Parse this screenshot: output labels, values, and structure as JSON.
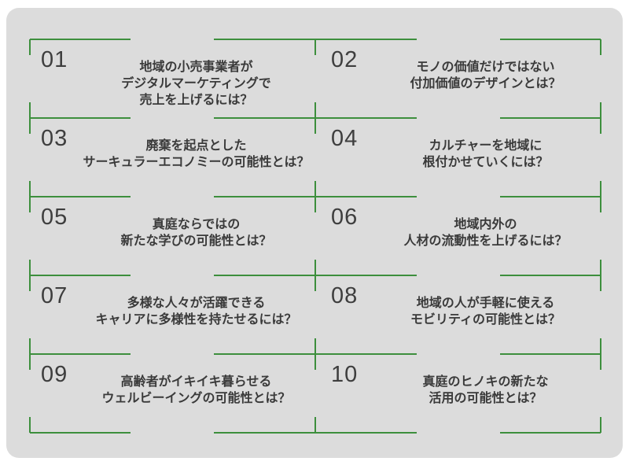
{
  "topics": [
    {
      "number": "01",
      "lines": [
        "地域の小売事業者が",
        "デジタルマーケティングで",
        "売上を上げるには？"
      ]
    },
    {
      "number": "02",
      "lines": [
        "モノの価値だけではない",
        "付加価値のデザインとは？"
      ]
    },
    {
      "number": "03",
      "lines": [
        "廃棄を起点とした",
        "サーキュラーエコノミーの可能性とは？"
      ]
    },
    {
      "number": "04",
      "lines": [
        "カルチャーを地域に",
        "根付かせていくには？"
      ]
    },
    {
      "number": "05",
      "lines": [
        "真庭ならではの",
        "新たな学びの可能性とは？"
      ]
    },
    {
      "number": "06",
      "lines": [
        "地域内外の",
        "人材の流動性を上げるには？"
      ]
    },
    {
      "number": "07",
      "lines": [
        "多様な人々が活躍できる",
        "キャリアに多様性を持たせるには？"
      ]
    },
    {
      "number": "08",
      "lines": [
        "地域の人が手軽に使える",
        "モビリティの可能性とは？"
      ]
    },
    {
      "number": "09",
      "lines": [
        "高齢者がイキイキ暮らせる",
        "ウェルビーイングの可能性とは？"
      ]
    },
    {
      "number": "10",
      "lines": [
        "真庭のヒノキの新たな",
        "活用の可能性とは？"
      ]
    }
  ],
  "colors": {
    "accent_line": "#3d8f3d",
    "panel": "#dcdcdc",
    "text": "#3a3a3a"
  }
}
